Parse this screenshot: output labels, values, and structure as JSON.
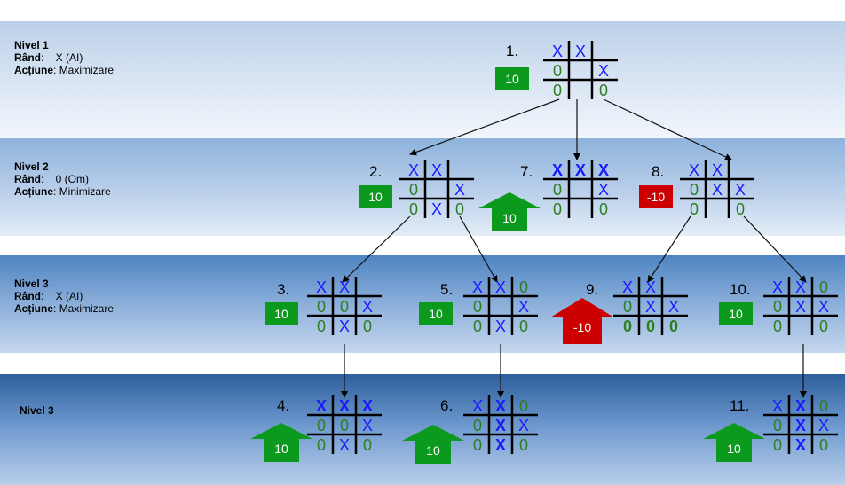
{
  "levels": [
    {
      "title": "Nivel 1",
      "turn_label": "Rând",
      "turn_value": "X (AI)",
      "action_label": "Acțiune",
      "action_value": "Maximizare"
    },
    {
      "title": "Nivel 2",
      "turn_label": "Rând",
      "turn_value": "0 (Om)",
      "action_label": "Acțiune",
      "action_value": "Minimizare"
    },
    {
      "title": "Nivel 3",
      "turn_label": "Rând",
      "turn_value": "X (AI)",
      "action_label": "Acțiune",
      "action_value": "Maximizare"
    },
    {
      "title": "Nivel 3"
    }
  ],
  "colors": {
    "x": "#1a1aff",
    "o": "#2e7d1e",
    "win": "#0b9a1e",
    "lose": "#cc0000"
  },
  "nodes": [
    {
      "id": "1",
      "label": "1.",
      "board": [
        "X",
        "X",
        "",
        "0",
        "",
        "X",
        "0",
        "",
        "0"
      ],
      "bold": [],
      "score": "10",
      "badge": "box-green"
    },
    {
      "id": "2",
      "label": "2.",
      "board": [
        "X",
        "X",
        "",
        "0",
        "",
        "X",
        "0",
        "X",
        "0"
      ],
      "bold": [],
      "score": "10",
      "badge": "box-green"
    },
    {
      "id": "7",
      "label": "7.",
      "board": [
        "X",
        "X",
        "X",
        "0",
        "",
        "X",
        "0",
        "",
        "0"
      ],
      "bold": [
        0,
        1,
        2
      ],
      "score": "10",
      "badge": "arrow-green"
    },
    {
      "id": "8",
      "label": "8.",
      "board": [
        "X",
        "X",
        "",
        "0",
        "X",
        "X",
        "0",
        "",
        "0"
      ],
      "bold": [],
      "score": "-10",
      "badge": "box-red"
    },
    {
      "id": "3",
      "label": "3.",
      "board": [
        "X",
        "X",
        "",
        "0",
        "0",
        "X",
        "0",
        "X",
        "0"
      ],
      "bold": [],
      "score": "10",
      "badge": "box-green"
    },
    {
      "id": "5",
      "label": "5.",
      "board": [
        "X",
        "X",
        "0",
        "0",
        "",
        "X",
        "0",
        "X",
        "0"
      ],
      "bold": [],
      "score": "10",
      "badge": "box-green"
    },
    {
      "id": "9",
      "label": "9.",
      "board": [
        "X",
        "X",
        "",
        "0",
        "X",
        "X",
        "0",
        "0",
        "0"
      ],
      "bold": [
        6,
        7,
        8
      ],
      "score": "-10",
      "badge": "arrow-red"
    },
    {
      "id": "10",
      "label": "10.",
      "board": [
        "X",
        "X",
        "0",
        "0",
        "X",
        "X",
        "0",
        "",
        "0"
      ],
      "bold": [],
      "score": "10",
      "badge": "box-green"
    },
    {
      "id": "4",
      "label": "4.",
      "board": [
        "X",
        "X",
        "X",
        "0",
        "0",
        "X",
        "0",
        "X",
        "0"
      ],
      "bold": [
        0,
        1,
        2
      ],
      "score": "10",
      "badge": "arrow-green"
    },
    {
      "id": "6",
      "label": "6.",
      "board": [
        "X",
        "X",
        "0",
        "0",
        "X",
        "X",
        "0",
        "X",
        "0"
      ],
      "bold": [
        1,
        4,
        7
      ],
      "score": "10",
      "badge": "arrow-green"
    },
    {
      "id": "11",
      "label": "11.",
      "board": [
        "X",
        "X",
        "0",
        "0",
        "X",
        "X",
        "0",
        "X",
        "0"
      ],
      "bold": [
        1,
        4,
        7
      ],
      "score": "10",
      "badge": "arrow-green"
    }
  ],
  "edges": [
    [
      "1",
      "2"
    ],
    [
      "1",
      "7"
    ],
    [
      "1",
      "8"
    ],
    [
      "2",
      "3"
    ],
    [
      "2",
      "5"
    ],
    [
      "8",
      "9"
    ],
    [
      "8",
      "10"
    ],
    [
      "3",
      "4"
    ],
    [
      "5",
      "6"
    ],
    [
      "10",
      "11"
    ]
  ]
}
